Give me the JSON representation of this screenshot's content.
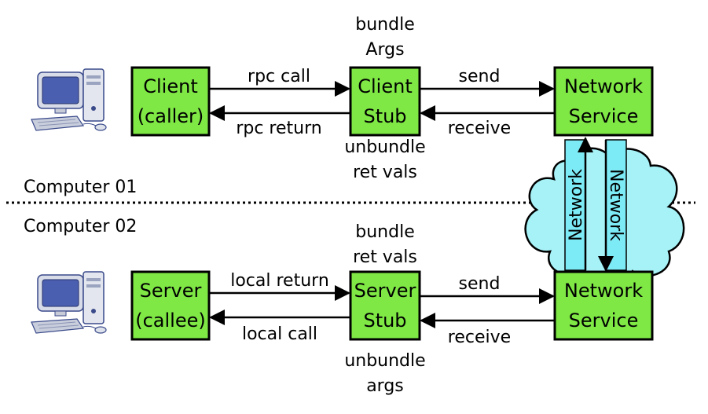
{
  "computers": {
    "top_label": "Computer 01",
    "bottom_label": "Computer 02"
  },
  "boxes": {
    "client": {
      "line1": "Client",
      "line2": "(caller)"
    },
    "client_stub": {
      "line1": "Client",
      "line2": "Stub"
    },
    "network_service_top": {
      "line1": "Network",
      "line2": "Service"
    },
    "server": {
      "line1": "Server",
      "line2": "(callee)"
    },
    "server_stub": {
      "line1": "Server",
      "line2": "Stub"
    },
    "network_service_bottom": {
      "line1": "Network",
      "line2": "Service"
    }
  },
  "labels": {
    "client_stub_above": {
      "line1": "bundle",
      "line2": "Args"
    },
    "client_stub_below": {
      "line1": "unbundle",
      "line2": "ret vals"
    },
    "server_stub_above": {
      "line1": "bundle",
      "line2": "ret vals"
    },
    "server_stub_below": {
      "line1": "unbundle",
      "line2": "args"
    },
    "rpc_call": "rpc call",
    "rpc_return": "rpc return",
    "send_top": "send",
    "receive_top": "receive",
    "local_return": "local return",
    "local_call": "local call",
    "send_bottom": "send",
    "receive_bottom": "receive",
    "network_left": "Network",
    "network_right": "Network"
  },
  "colors": {
    "box_fill": "#7FE845",
    "cloud_fill": "#A6F2F7",
    "network_bar_fill": "#7DEBF5"
  },
  "icons": {
    "top_computer": "desktop-computer-icon",
    "bottom_computer": "desktop-computer-icon"
  }
}
